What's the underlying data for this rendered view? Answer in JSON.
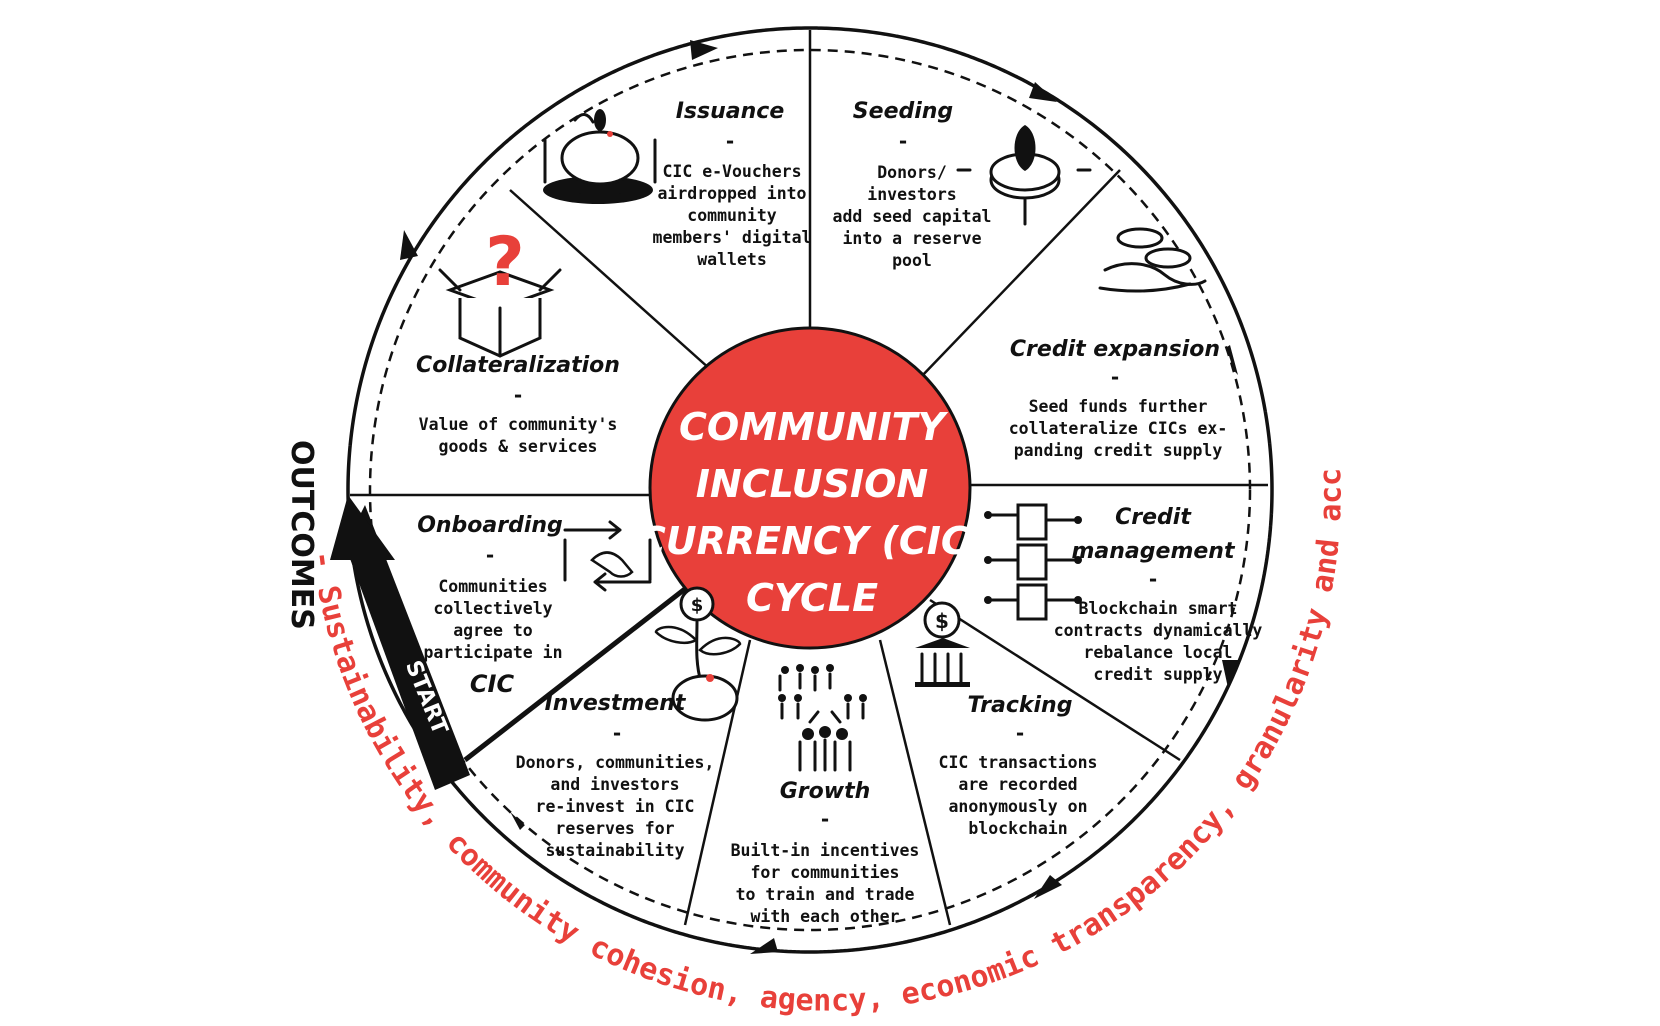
{
  "center": {
    "title_lines": [
      "COMMUNITY",
      "INCLUSION",
      "CURRENCY (CIC)",
      "CYCLE"
    ]
  },
  "segments": {
    "issuance": {
      "title": "Issuance",
      "dash": "-",
      "desc": [
        "CIC e-Vouchers",
        "airdropped into",
        "community",
        "members' digital",
        "wallets"
      ],
      "icon": "piggy-bank-icon"
    },
    "seeding": {
      "title": "Seeding",
      "dash": "-",
      "desc": [
        "Donors/",
        "investors",
        "add seed capital",
        "into a reserve",
        "pool"
      ],
      "icon": "coin-seed-icon"
    },
    "credit_expansion": {
      "title": "Credit expansion",
      "dash": "-",
      "desc": [
        "Seed funds further",
        "collateralize CICs ex-",
        "panding credit supply"
      ],
      "icon": "hand-coins-icon"
    },
    "credit_management": {
      "title_lines": [
        "Credit",
        "management"
      ],
      "dash": "-",
      "desc": [
        "Blockchain smart",
        "contracts dynamically",
        "rebalance local",
        "credit supply"
      ],
      "icon": "blockchain-circuit-icon"
    },
    "tracking": {
      "title": "Tracking",
      "dash": "-",
      "desc": [
        "CIC transactions",
        "are recorded",
        "anonymously on",
        "blockchain"
      ],
      "icon": "bank-icon"
    },
    "growth": {
      "title": "Growth",
      "dash": "-",
      "desc": [
        "Built-in incentives",
        "for communities",
        "to train and trade",
        "with each other"
      ],
      "icon": "people-network-icon"
    },
    "investment": {
      "title": "Investment",
      "dash": "-",
      "desc": [
        "Donors, communities,",
        "and investors",
        "re-invest in CIC",
        "reserves for",
        "sustainability"
      ],
      "icon": "money-plant-icon"
    },
    "onboarding": {
      "title": "Onboarding",
      "dash": "-",
      "desc": [
        "Communities",
        "collectively",
        "agree to",
        "participate in",
        "CIC"
      ],
      "icon": "handshake-icon"
    },
    "collateralization": {
      "title": "Collateralization",
      "dash": "-",
      "desc": [
        "Value of community's",
        "goods & services"
      ],
      "icon": "question-box-icon"
    }
  },
  "start_label": "START",
  "outcomes": {
    "label": "OUTCOMES",
    "text": "- Sustainability, community cohesion, agency, economic transparency, granularity and accountability."
  },
  "colors": {
    "accent_red": "#e8403a",
    "ink": "#111111"
  }
}
